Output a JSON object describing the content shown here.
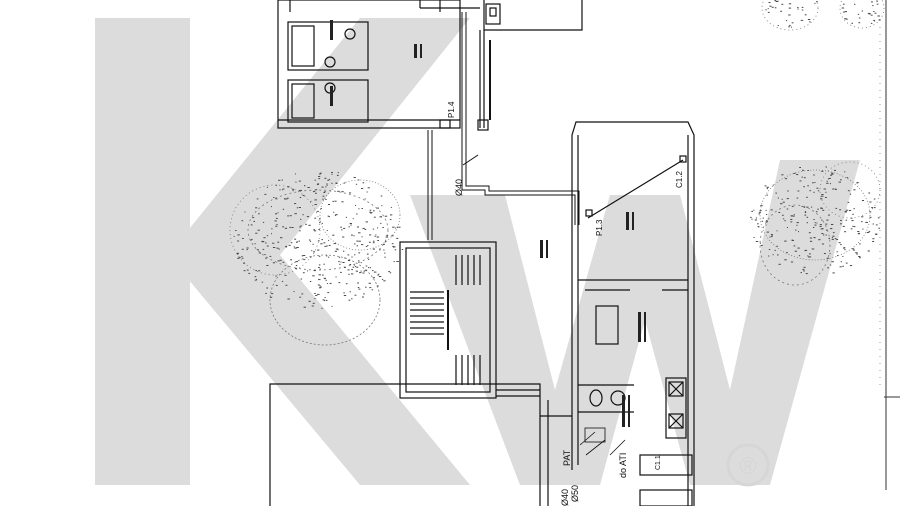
{
  "watermark": {
    "brand_text": "KW",
    "registered_mark": "®",
    "color": "#d9d9d9"
  },
  "labels": {
    "p14": "P1.4",
    "d40": "Ø40",
    "c12": "C1.2",
    "p13": "P1.3",
    "pat": "PAT",
    "d40b": "Ø40",
    "d50": "Ø50",
    "do_ati": "do ATI",
    "c11": "C1.1"
  },
  "colors": {
    "line": "#111111",
    "vegetation": "#4a4a4a",
    "background": "#ffffff"
  }
}
